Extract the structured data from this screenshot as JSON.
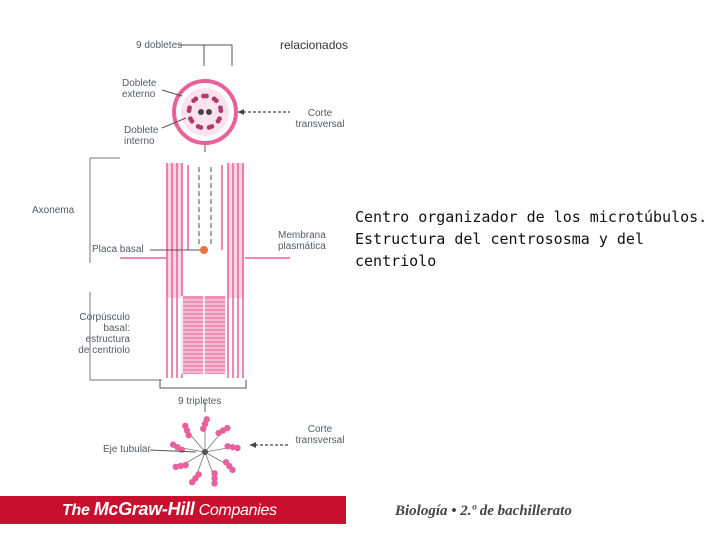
{
  "diagram": {
    "labels": {
      "nine_doublets": "9 dobletes",
      "related": "relacionados",
      "outer_doublet": "Doblete\nexterno",
      "inner_doublet": "Doblete\ninterno",
      "cross_section_top": "Corte\ntransversal",
      "axoneme": "Axonema",
      "basal_plate": "Placa basal",
      "plasma_membrane": "Membrana\nplasmática",
      "basal_body": "Corpúsculo\nbasal:\nestructura\nde centriolo",
      "nine_triplets": "9 tripletes",
      "cross_section_bottom": "Corte\ntransversal",
      "tubular_axis": "Eje tubular"
    },
    "colors": {
      "tubule_pink": "#e8619a",
      "tubule_light": "#f6c3d8",
      "label_gray": "#555a66",
      "basal_plate_orange": "#e8733a"
    }
  },
  "slide": {
    "text": "Centro organizador de los microtúbulos. Estructura del centrososma y del centriolo"
  },
  "footer": {
    "brand_the": "The",
    "brand_name": "McGraw-Hill",
    "brand_suffix": "Companies",
    "brand_color": "#c8102e",
    "course": "Biología • 2.º de bachillerato"
  }
}
